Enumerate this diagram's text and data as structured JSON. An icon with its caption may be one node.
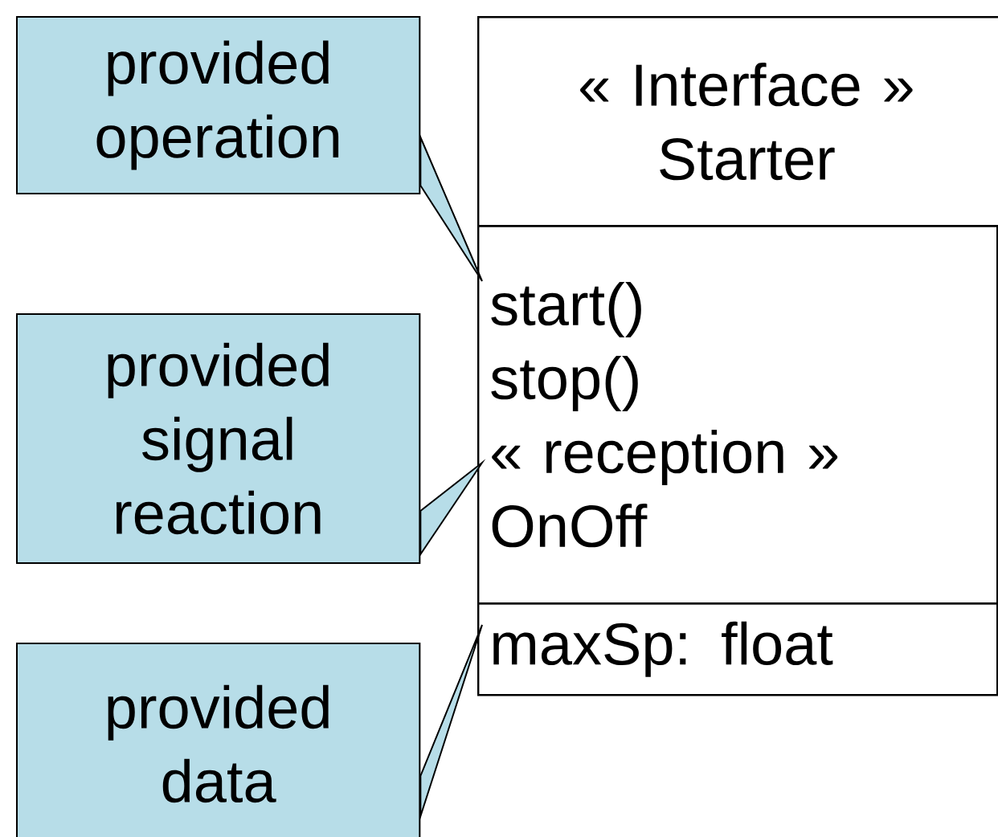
{
  "diagram": {
    "nodes": [
      {
        "text": [
          "« Interface » Starter"
        ]
      },
      {
        "text": [
          "start()",
          "stop()",
          "« reception » OnOff"
        ]
      },
      {
        "text": [
          "maxSp: float"
        ]
      },
      {
        "text": [
          "provided operation"
        ]
      },
      {
        "text": [
          "provided signal reaction"
        ]
      },
      {
        "text": [
          "provided data"
        ]
      }
    ],
    "edges": [
      {
        "from": 3,
        "to": 1,
        "arrow": "none"
      },
      {
        "from": 4,
        "to": 1,
        "arrow": "none"
      },
      {
        "from": 5,
        "to": 2,
        "arrow": "none"
      }
    ]
  }
}
